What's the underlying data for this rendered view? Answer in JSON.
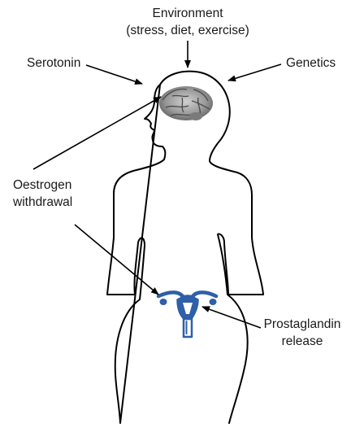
{
  "labels": {
    "environment": {
      "line1": "Environment",
      "line2": "(stress, diet, exercise)"
    },
    "serotonin": "Serotonin",
    "genetics": "Genetics",
    "oestrogen": {
      "line1": "Oestrogen",
      "line2": "withdrawal"
    },
    "prostaglandin": {
      "line1": "Prostaglandin",
      "line2": "release"
    }
  },
  "colors": {
    "outline": "#000000",
    "brain": "#8a8a8a",
    "uterus": "#2e5fa8"
  }
}
